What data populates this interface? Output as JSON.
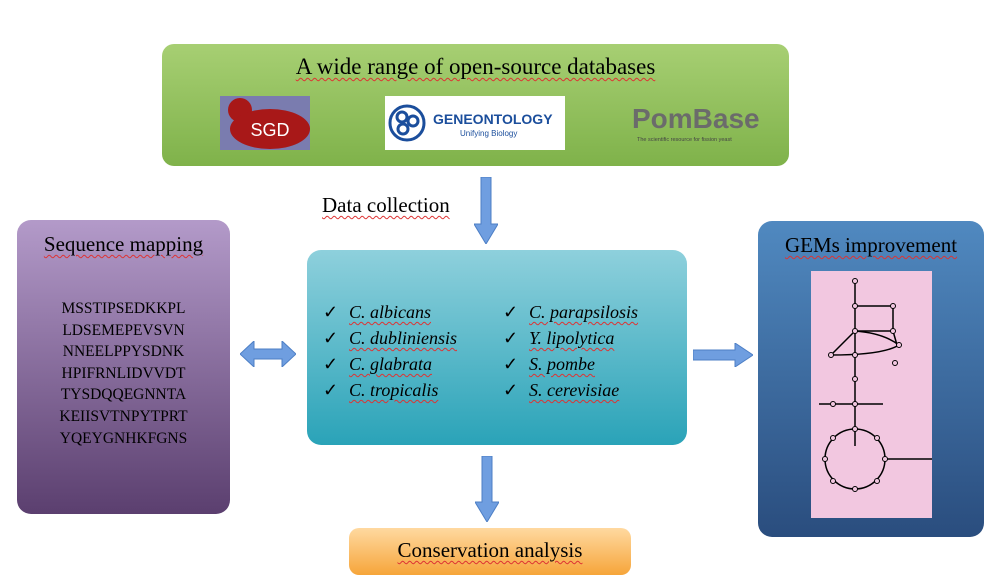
{
  "databases": {
    "title": "A wide range of open-source databases",
    "logos": {
      "sgd": "SGD",
      "geneontology": "GENEONTOLOGY",
      "geneontology_sub": "Unifying Biology",
      "pombase": "PomBase",
      "pombase_sub": "The scientific resource for fission yeast"
    }
  },
  "data_collection": "Data collection",
  "sequence_mapping": {
    "title": "Sequence mapping",
    "lines": [
      "MSSTIPSEDKKPL",
      "LDSEMEPEVSVN",
      "NNEELPPYSDNK",
      "HPIFRNLIDVVDT",
      "TYSDQQEGNNTA",
      "KEIISVTNPYTPRT",
      "YQEYGNHKFGNS"
    ]
  },
  "species": {
    "check": "✓",
    "left": [
      "C. albicans",
      "C. dubliniensis",
      "C. glabrata",
      "C. tropicalis"
    ],
    "right": [
      "C. parapsilosis",
      "Y. lipolytica",
      "S. pombe",
      "S. cerevisiae"
    ]
  },
  "gems": {
    "title": "GEMs improvement",
    "graph_icon": "metabolic-network-graph"
  },
  "conservation": "Conservation analysis",
  "colors": {
    "db_box": "#8fc05c",
    "sequence_box": "#8a6ca3",
    "species_box": "#5bbccc",
    "gems_box": "#3f6ea5",
    "conservation_box": "#f8b555",
    "arrow": "#6f9ee0",
    "gems_panel": "#f2c7e0",
    "sgd_logo": "#a81818"
  }
}
